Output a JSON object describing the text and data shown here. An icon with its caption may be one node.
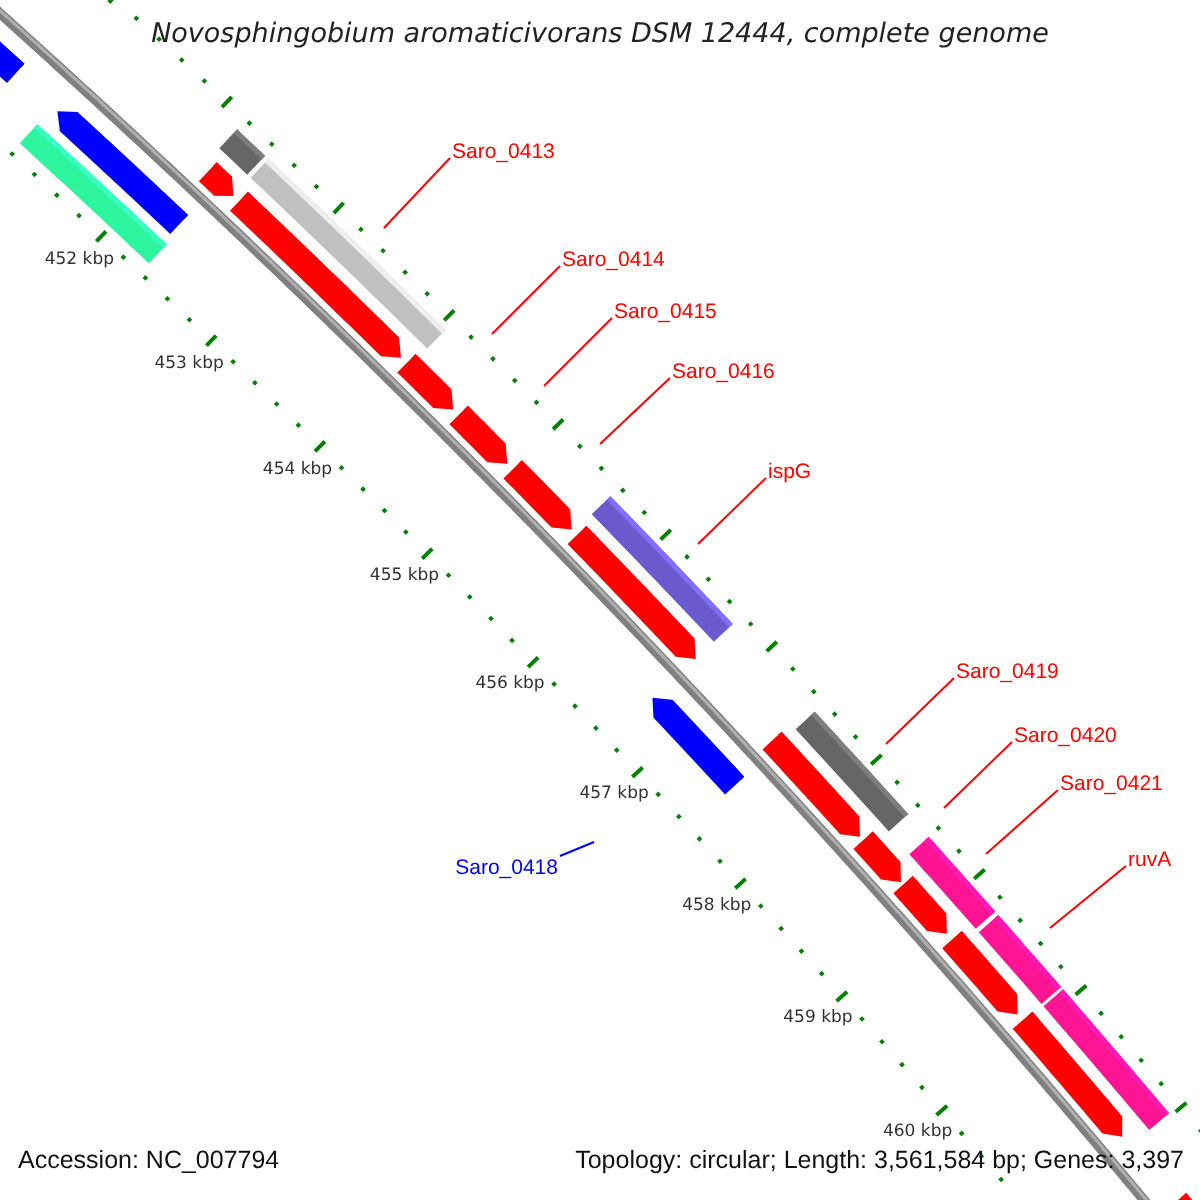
{
  "diagram": {
    "title": "Novosphingobium aromaticivorans DSM 12444, complete genome",
    "nodes": [
      {
        "text": [
          "Saro_0413"
        ]
      },
      {
        "text": [
          "Saro_0414"
        ]
      },
      {
        "text": [
          "Saro_0415"
        ]
      },
      {
        "text": [
          "Saro_0416"
        ]
      },
      {
        "text": [
          "ispG"
        ]
      },
      {
        "text": [
          "Saro_0419"
        ]
      },
      {
        "text": [
          "Saro_0420"
        ]
      },
      {
        "text": [
          "Saro_0421"
        ]
      },
      {
        "text": [
          "ruvA"
        ]
      },
      {
        "text": [
          "Saro_0418"
        ]
      }
    ],
    "edges": [
      {
        "from": 0,
        "to": null,
        "arrow": "none"
      },
      {
        "from": 1,
        "to": null,
        "arrow": "none"
      },
      {
        "from": 2,
        "to": null,
        "arrow": "none"
      },
      {
        "from": 3,
        "to": null,
        "arrow": "none"
      },
      {
        "from": 4,
        "to": null,
        "arrow": "none"
      },
      {
        "from": 5,
        "to": null,
        "arrow": "none"
      },
      {
        "from": 6,
        "to": null,
        "arrow": "none"
      },
      {
        "from": 7,
        "to": null,
        "arrow": "none"
      },
      {
        "from": 8,
        "to": null,
        "arrow": "none"
      },
      {
        "from": 9,
        "to": null,
        "arrow": "none",
        "color": "#0000ff"
      }
    ],
    "labels": [
      "452 kbp",
      "453 kbp",
      "454 kbp",
      "455 kbp",
      "456 kbp",
      "457 kbp",
      "458 kbp",
      "459 kbp",
      "460 kbp",
      "Accession: NC_007794",
      "Topology: circular; Length: 3,561,584 bp; Genes: 3,397"
    ]
  }
}
